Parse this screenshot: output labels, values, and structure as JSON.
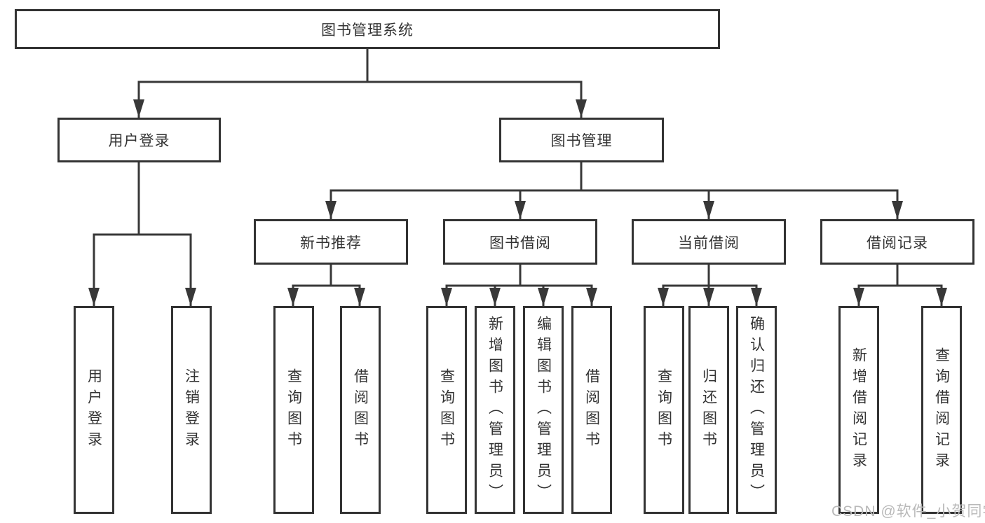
{
  "tree": {
    "label": "图书管理系统",
    "children": [
      {
        "label": "用户登录",
        "children": [
          {
            "label": "用户登录"
          },
          {
            "label": "注销登录"
          }
        ]
      },
      {
        "label": "图书管理",
        "children": [
          {
            "label": "新书推荐",
            "children": [
              {
                "label": "查询图书"
              },
              {
                "label": "借阅图书"
              }
            ]
          },
          {
            "label": "图书借阅",
            "children": [
              {
                "label": "查询图书"
              },
              {
                "label": "新增图书（管理员）"
              },
              {
                "label": "编辑图书（管理员）"
              },
              {
                "label": "借阅图书"
              }
            ]
          },
          {
            "label": "当前借阅",
            "children": [
              {
                "label": "查询图书"
              },
              {
                "label": "归还图书"
              },
              {
                "label": "确认归还（管理员）"
              }
            ]
          },
          {
            "label": "借阅记录",
            "children": [
              {
                "label": "新增借阅记录"
              },
              {
                "label": "查询借阅记录"
              }
            ]
          }
        ]
      }
    ]
  },
  "watermark": {
    "text": "CSDN @软件_小贺同学",
    "color": "#b9b9b9"
  },
  "colors": {
    "line": "#383838",
    "box_border": "#333333",
    "text": "#333333",
    "background": "#ffffff"
  }
}
